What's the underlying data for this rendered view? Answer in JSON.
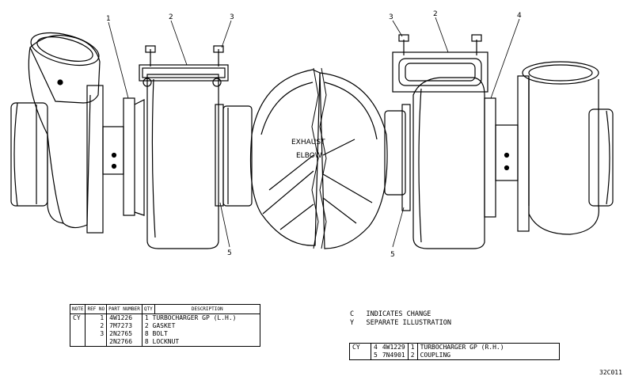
{
  "callouts": {
    "left": [
      "1",
      "2",
      "3",
      "5"
    ],
    "right": [
      "3",
      "2",
      "4",
      "5"
    ]
  },
  "elbow_label": [
    "EXHAUST",
    "ELBOW"
  ],
  "parts_table_left": {
    "headers": [
      "NOTE",
      "REF NO",
      "PART NUMBER",
      "QTY",
      "DESCRIPTION"
    ],
    "rows": [
      {
        "note": "CY",
        "ref": "1",
        "part": "4W1226",
        "desc": "1 TURBOCHARGER GP (L.H.)"
      },
      {
        "note": "",
        "ref": "2",
        "part": "7M7273",
        "desc": "2 GASKET"
      },
      {
        "note": "",
        "ref": "3",
        "part": "2N2765",
        "desc": "8 BOLT"
      },
      {
        "note": "",
        "ref": "",
        "part": "2N2766",
        "desc": "8 LOCKNUT"
      }
    ]
  },
  "legend": [
    "C   INDICATES CHANGE",
    "Y   SEPARATE ILLUSTRATION"
  ],
  "parts_table_right": {
    "rows": [
      {
        "note": "CY",
        "pre": "4",
        "part": "4W1229",
        "ref": "1",
        "desc": "TURBOCHARGER GP (R.H.)"
      },
      {
        "note": "",
        "pre": "5",
        "part": "7N4901",
        "ref": "2",
        "desc": "COUPLING"
      }
    ]
  },
  "figure_number": "32C011"
}
